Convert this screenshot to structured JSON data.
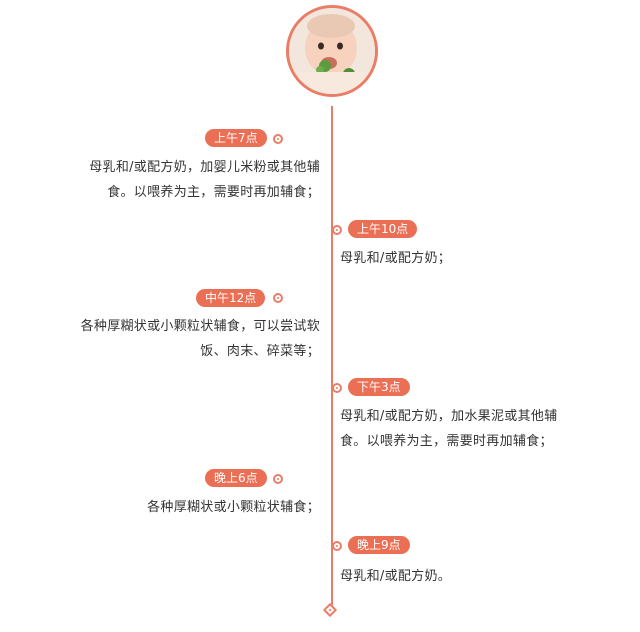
{
  "timeline": {
    "entries": [
      {
        "time": "上午7点",
        "side": "left",
        "lines": [
          "母乳和/或配方奶，加婴儿米粉或其他辅",
          "食。以喂养为主，需要时再加辅食；"
        ]
      },
      {
        "time": "上午10点",
        "side": "right",
        "lines": [
          "母乳和/或配方奶；"
        ]
      },
      {
        "time": "中午12点",
        "side": "left",
        "lines": [
          "各种厚糊状或小颗粒状辅食，可以尝试软",
          "饭、肉末、碎菜等；"
        ]
      },
      {
        "time": "下午3点",
        "side": "right",
        "lines": [
          "母乳和/或配方奶，加水果泥或其他辅",
          "食。以喂养为主，需要时再加辅食；"
        ]
      },
      {
        "time": "晚上6点",
        "side": "left",
        "lines": [
          "各种厚糊状或小颗粒状辅食；"
        ]
      },
      {
        "time": "晚上9点",
        "side": "right",
        "lines": [
          "母乳和/或配方奶。"
        ]
      }
    ]
  },
  "colors": {
    "accent": "#ea7d66",
    "badge": "#ea6f55"
  }
}
